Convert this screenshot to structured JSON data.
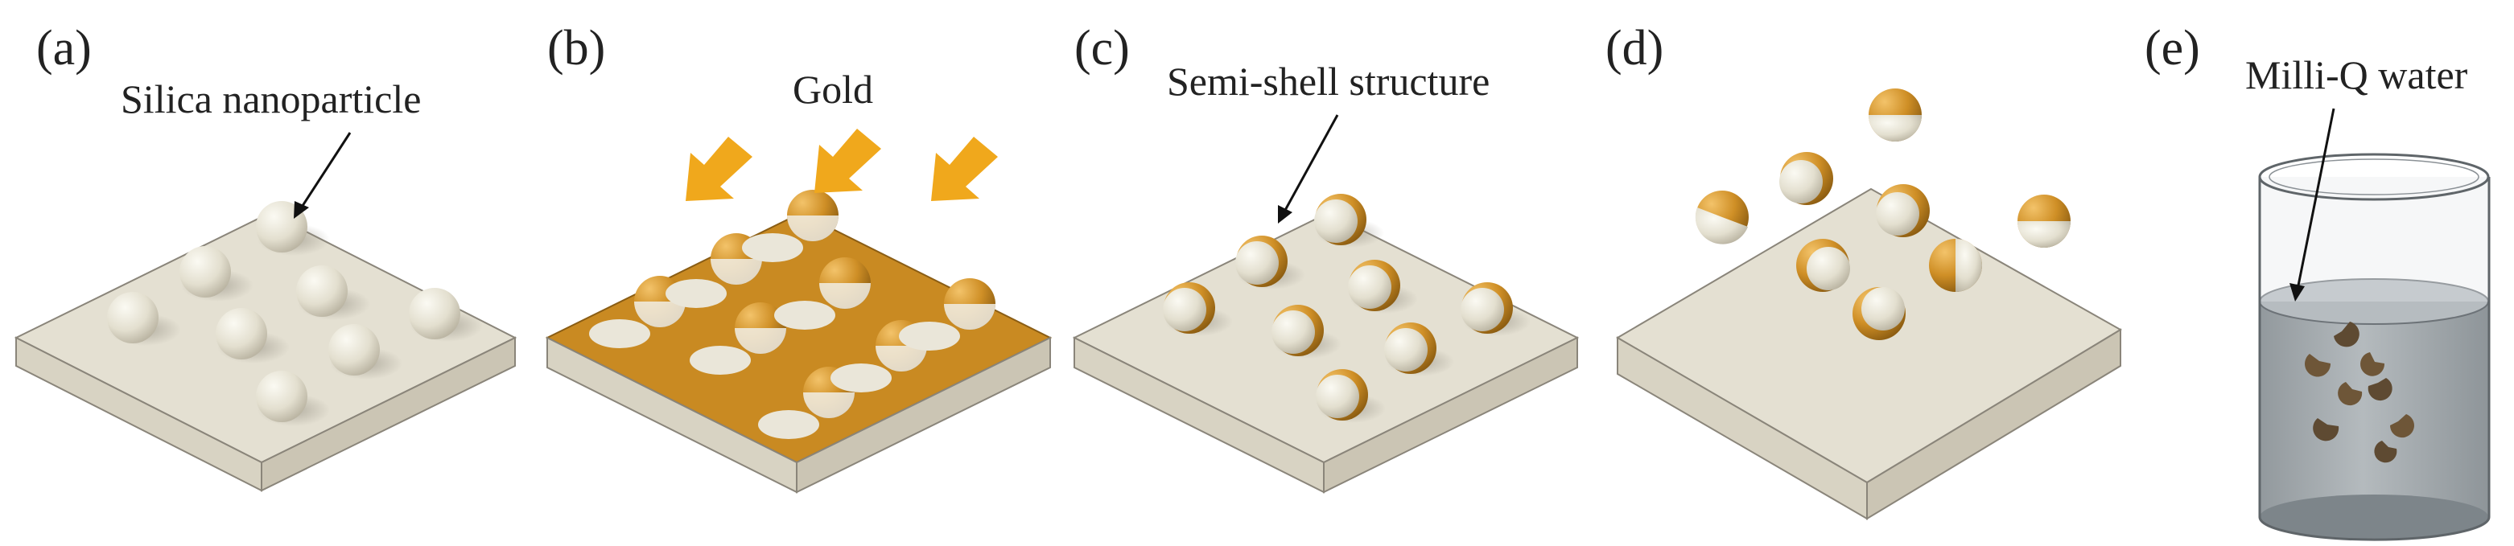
{
  "panels": [
    {
      "letter": "(a)",
      "callout": "Silica nanoparticle"
    },
    {
      "letter": "(b)",
      "callout": "Gold"
    },
    {
      "letter": "(c)",
      "callout": "Semi-shell structure"
    },
    {
      "letter": "(d)",
      "callout": ""
    },
    {
      "letter": "(e)",
      "callout": "Milli-Q water"
    }
  ],
  "colors": {
    "substrate_top": "#e4e0d2",
    "substrate_side": "#d2ccbc",
    "substrate_edge": "#8a857a",
    "gold": "#c98a22",
    "gold_light": "#e2a843",
    "silica": "#e6e3d6",
    "arrow": "#f0a81c",
    "water": "#8c9499",
    "beaker_glass": "#d0d5d8"
  }
}
